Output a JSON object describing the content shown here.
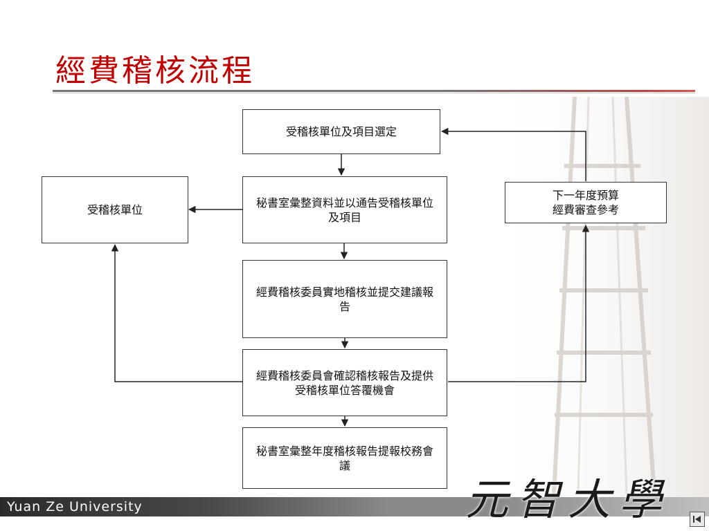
{
  "slide": {
    "title": "經費稽核流程"
  },
  "flow": {
    "selection": "受稽核單位及項目選定",
    "notify": "秘書室彙整資料並以通告受稽核單位及項目",
    "audited_unit": "受稽核單位",
    "next_budget": "下一年度預算\n經費審查參考",
    "onsite_audit": "經費稽核委員實地稽核並提交建議報告",
    "confirm_report": "經費稽核委員會確認稽核報告及提供受稽核單位答覆機會",
    "final_report": "秘書室彙整年度稽核報告提報校務會議"
  },
  "footer": {
    "university_name": "Yuan Ze University",
    "logo_text": "元智大學"
  },
  "colors": {
    "title": "#c00000",
    "box_border": "#333333",
    "arrow": "#222222"
  },
  "icons": {
    "nav_button": "previous-slide-icon"
  }
}
